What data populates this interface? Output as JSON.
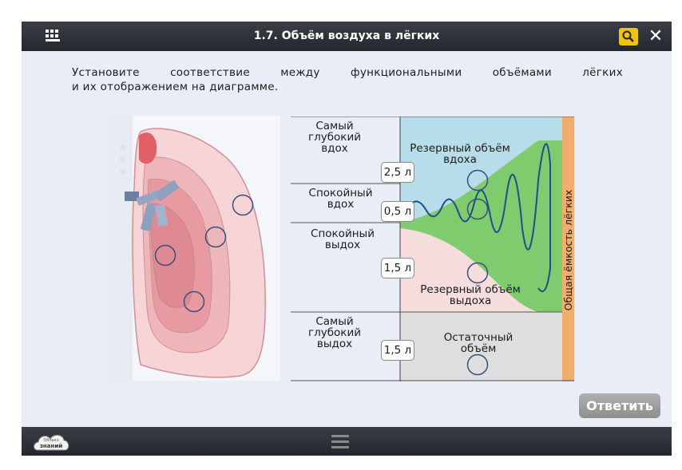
{
  "header": {
    "title": "1.7. Объём воздуха в лёгких"
  },
  "instruction": {
    "line1": "Установите соответствие между функциональными объёмами лёгких",
    "line2": "и их отображением на диаграмме."
  },
  "diagram": {
    "left_labels": {
      "deep_inhale_1": "Самый глубокий",
      "deep_inhale_2": "вдох",
      "calm_inhale_1": "Спокойный",
      "calm_inhale_2": "вдох",
      "calm_exhale_1": "Спокойный",
      "calm_exhale_2": "выдох",
      "deep_exhale_1": "Самый глубокий",
      "deep_exhale_2": "выдох"
    },
    "values": [
      "2,5 л",
      "0,5 л",
      "1,5 л",
      "1,5 л"
    ],
    "zones": {
      "inspiratory_reserve_1": "Резервный объём",
      "inspiratory_reserve_2": "вдоха",
      "expiratory_reserve_1": "Резервный объём",
      "expiratory_reserve_2": "выдоха",
      "residual_1": "Остаточный",
      "residual_2": "объём"
    },
    "total_capacity": "Общая ёмкость лёгких",
    "colors": {
      "inspiratory_reserve": "#b7dcea",
      "tidal": "#7fcc6e",
      "expiratory_reserve": "#f5dcdd",
      "residual": "#dedede",
      "total_bar": "#f0ad6e"
    }
  },
  "footer": {
    "answer_label": "Ответить",
    "logo_text_1": "Облако",
    "logo_text_2": "знаний"
  },
  "icons": {
    "menu": "grid-list-icon",
    "search": "search-icon",
    "close": "close-icon",
    "handle": "drag-handle-icon"
  }
}
